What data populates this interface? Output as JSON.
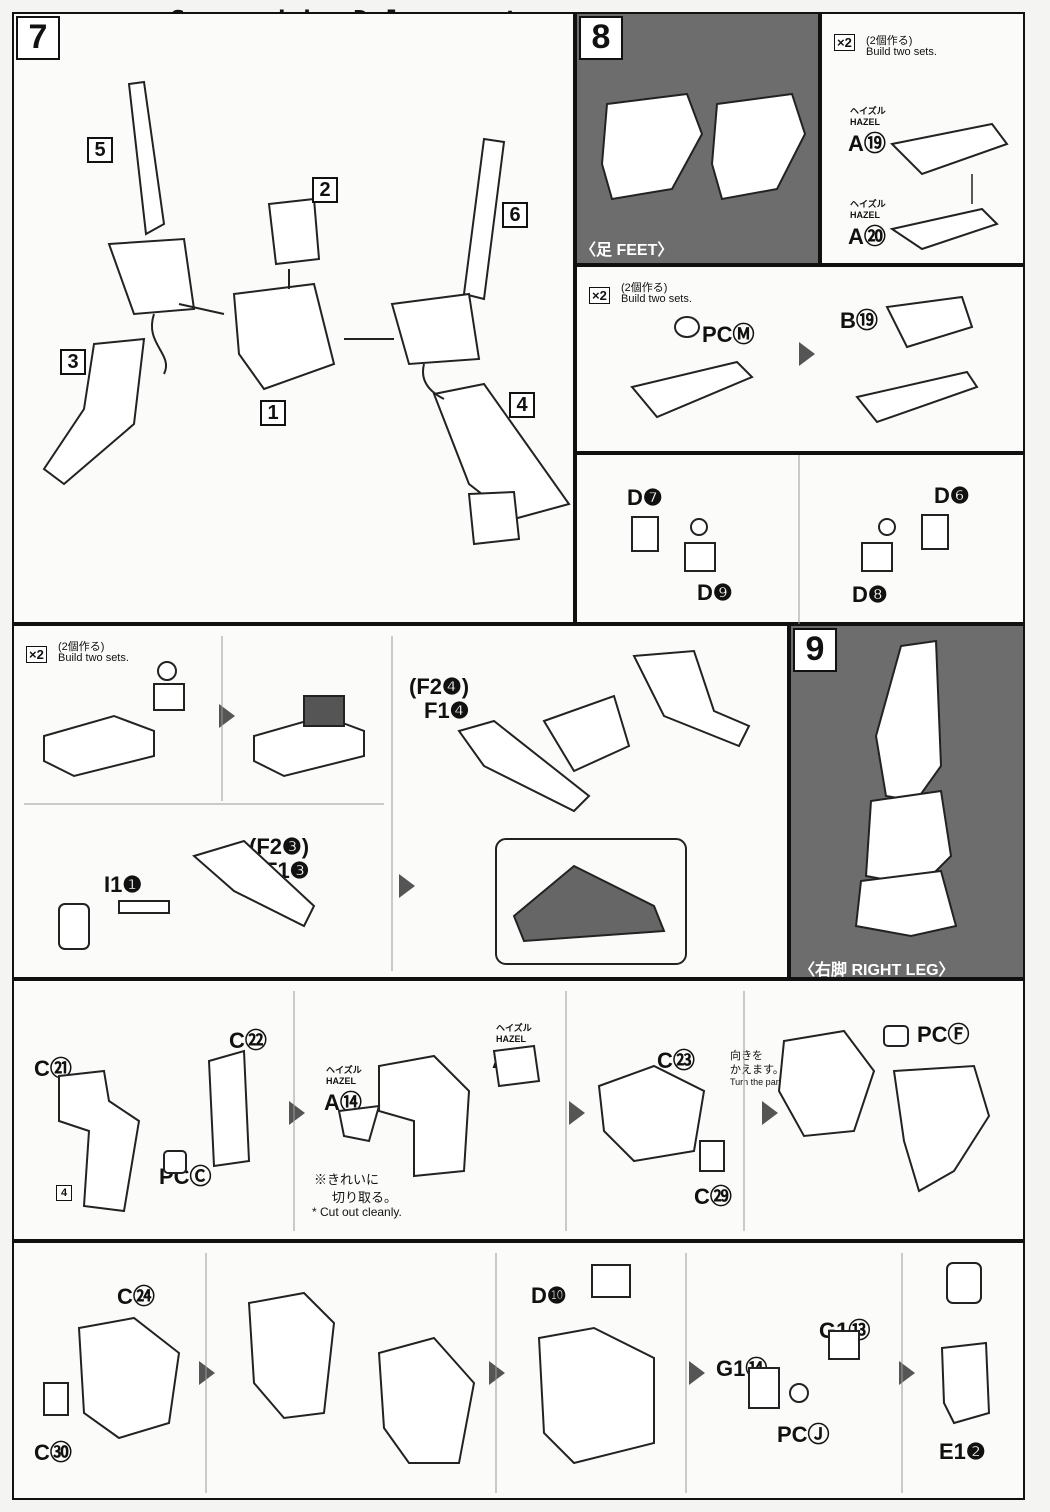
{
  "header": {
    "scan_credit": "Scanned by Dalong.net"
  },
  "step7": {
    "number": "7",
    "parts": [
      "1",
      "2",
      "3",
      "4",
      "5",
      "6"
    ]
  },
  "step8": {
    "number": "8",
    "feet_title": "〈足 FEET〉",
    "build_two": {
      "mult": "×2",
      "jp": "(2個作る)",
      "en": "Build two sets."
    },
    "hazel_label": "ヘイズル\nHAZEL",
    "a19": "A⑲",
    "a20": "A⑳",
    "pcm": "PCⓂ",
    "b19": "B⑲",
    "d7": "D❼",
    "d6": "D❻",
    "d9": "D❾",
    "d8": "D❽"
  },
  "step8b": {
    "build_two": {
      "mult": "×2",
      "jp": "(2個作る)",
      "en": "Build two sets."
    },
    "f24": "(F2❹)",
    "f14": "F1❹",
    "f23": "(F2❸)",
    "f13": "F1❸",
    "i11": "I1❶"
  },
  "step9": {
    "number": "9",
    "right_leg_title": "〈右脚 RIGHT LEG〉"
  },
  "row4": {
    "c21": "C㉑",
    "c22": "C㉒",
    "pcc": "PCⒸ",
    "box4": "4",
    "hazel_a14_label": "ヘイズル\nHAZEL",
    "a14": "A⑭",
    "hazel_a15_label": "ヘイズル\nHAZEL",
    "a15": "A⑮",
    "cut_jp1": "※きれいに",
    "cut_jp2": "切り取る。",
    "cut_en": "* Cut out cleanly.",
    "c23": "C㉓",
    "c29": "C㉙",
    "turn_jp1": "向きを",
    "turn_jp2": "かえます。",
    "turn_en": "Turn the parts.",
    "pcf": "PCⒻ"
  },
  "row5": {
    "c24": "C㉔",
    "c30": "C㉚",
    "d10": "D❿",
    "g113": "G1⑬",
    "g114": "G1⑭",
    "pcj": "PCⒿ",
    "e12": "E1❷"
  }
}
